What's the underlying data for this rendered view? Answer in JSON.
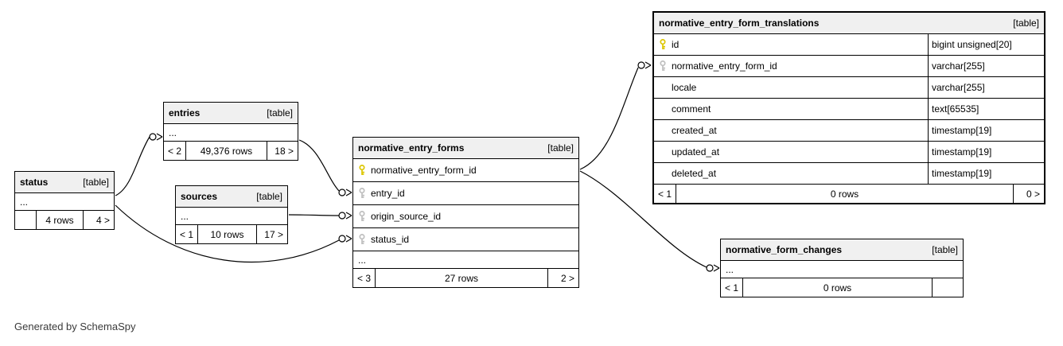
{
  "generator_note": "Generated by SchemaSpy",
  "colors": {
    "primary_key": "#dcc600",
    "foreign_key": "#bfbfbf",
    "border": "#000000",
    "header_bg": "#f0f0f0"
  },
  "tables": {
    "status": {
      "name": "status",
      "tag": "[table]",
      "ellipsis": "...",
      "footer": {
        "left": "",
        "center": "4 rows",
        "right": "4 >"
      }
    },
    "entries": {
      "name": "entries",
      "tag": "[table]",
      "ellipsis": "...",
      "footer": {
        "left": "< 2",
        "center": "49,376 rows",
        "right": "18 >"
      }
    },
    "sources": {
      "name": "sources",
      "tag": "[table]",
      "ellipsis": "...",
      "footer": {
        "left": "< 1",
        "center": "10 rows",
        "right": "17 >"
      }
    },
    "normative_entry_forms": {
      "name": "normative_entry_forms",
      "tag": "[table]",
      "ellipsis": "...",
      "columns": [
        {
          "name": "normative_entry_form_id",
          "key": "primary"
        },
        {
          "name": "entry_id",
          "key": "foreign"
        },
        {
          "name": "origin_source_id",
          "key": "foreign"
        },
        {
          "name": "status_id",
          "key": "foreign"
        }
      ],
      "footer": {
        "left": "< 3",
        "center": "27 rows",
        "right": "2 >"
      }
    },
    "normative_entry_form_translations": {
      "name": "normative_entry_form_translations",
      "tag": "[table]",
      "columns": [
        {
          "name": "id",
          "type": "bigint unsigned[20]",
          "key": "primary"
        },
        {
          "name": "normative_entry_form_id",
          "type": "varchar[255]",
          "key": "foreign"
        },
        {
          "name": "locale",
          "type": "varchar[255]",
          "key": ""
        },
        {
          "name": "comment",
          "type": "text[65535]",
          "key": ""
        },
        {
          "name": "created_at",
          "type": "timestamp[19]",
          "key": ""
        },
        {
          "name": "updated_at",
          "type": "timestamp[19]",
          "key": ""
        },
        {
          "name": "deleted_at",
          "type": "timestamp[19]",
          "key": ""
        }
      ],
      "footer": {
        "left": "< 1",
        "center": "0 rows",
        "right": "0 >"
      }
    },
    "normative_form_changes": {
      "name": "normative_form_changes",
      "tag": "[table]",
      "ellipsis": "...",
      "footer": {
        "left": "< 1",
        "center": "0 rows",
        "right": ""
      }
    }
  },
  "relationships": [
    {
      "from": "status",
      "to": "entries"
    },
    {
      "from": "entries",
      "to": "normative_entry_forms.entry_id"
    },
    {
      "from": "sources",
      "to": "normative_entry_forms.origin_source_id"
    },
    {
      "from": "status",
      "to": "normative_entry_forms.status_id"
    },
    {
      "from": "normative_entry_forms",
      "to": "normative_entry_form_translations.normative_entry_form_id"
    },
    {
      "from": "normative_entry_forms",
      "to": "normative_form_changes"
    }
  ]
}
